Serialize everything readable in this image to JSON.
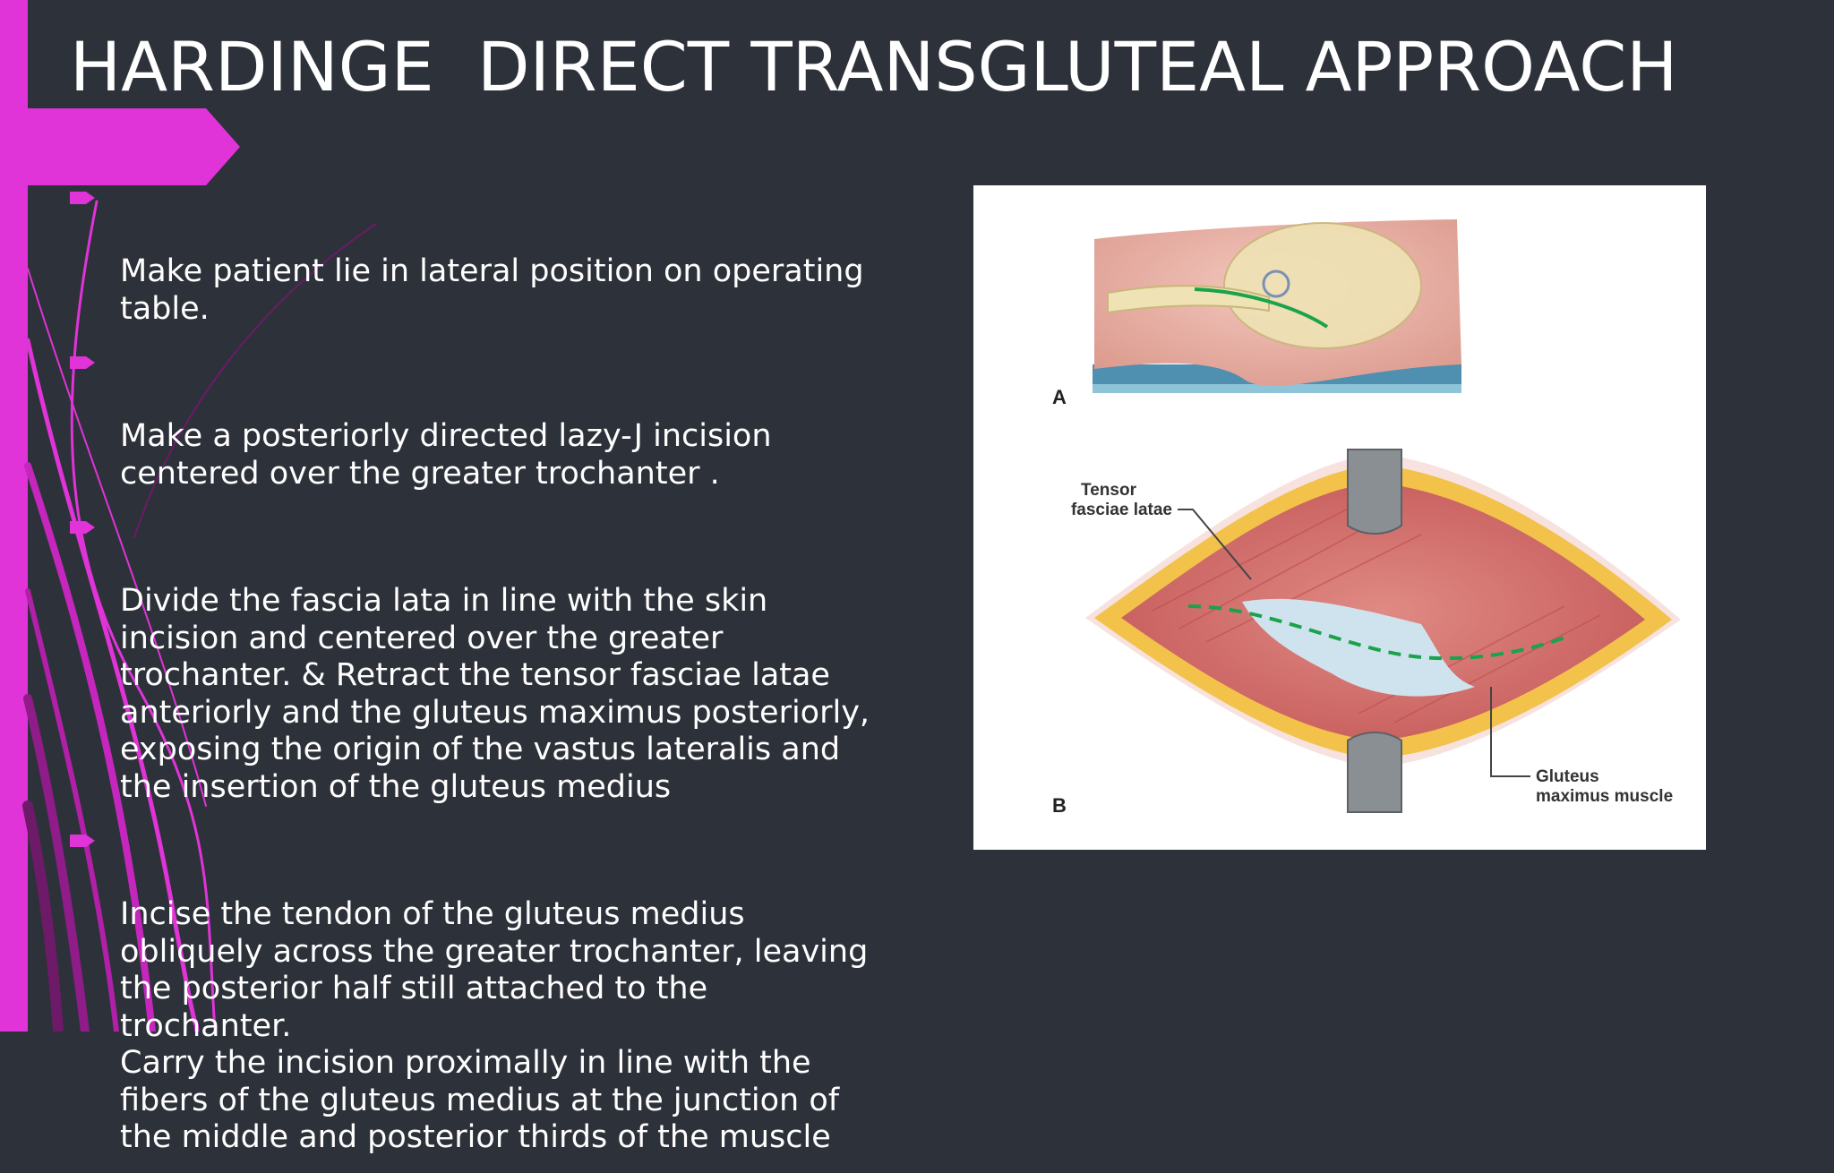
{
  "slide": {
    "title": "HARDINGE  DIRECT TRANSGLUTEAL APPROACH",
    "accent_color": "#e033d8",
    "background_color": "#2d3139",
    "bullet_icon": "arrow-bullet-icon",
    "bullets": [
      "Make patient lie in lateral position on operating\ntable.",
      " Make a posteriorly directed lazy-J incision\ncentered over the greater trochanter .",
      " Divide the fascia lata in line with the skin\nincision and centered over the greater\ntrochanter. & Retract the tensor fasciae latae\nanteriorly and the gluteus maximus posteriorly,\nexposing the origin of the vastus lateralis and\nthe insertion of the gluteus medius",
      "Incise the tendon of the gluteus medius\nobliquely across the greater trochanter, leaving\nthe posterior half still attached to the trochanter.\nCarry the incision proximally in line with the\nfibers of the gluteus medius at the junction of\nthe middle and posterior thirds of the muscle"
    ]
  },
  "figure": {
    "panel_a_label": "A",
    "panel_b_label": "B",
    "label_tensor_line1": "Tensor",
    "label_tensor_line2": "fasciae latae",
    "label_gluteus_line1": "Gluteus",
    "label_gluteus_line2": "maximus muscle"
  }
}
